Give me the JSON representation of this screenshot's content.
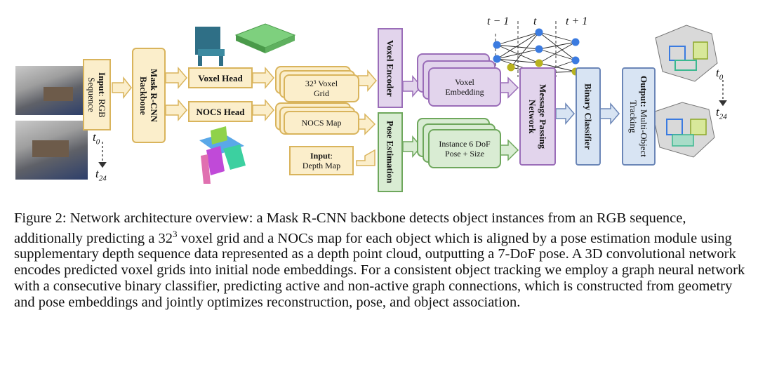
{
  "diagram": {
    "input_rgb_bold": "Input",
    "input_rgb_rest": ": RGB Sequence",
    "t0": "t",
    "t0_sub": "0",
    "t24": "t",
    "t24_sub": "24",
    "backbone": "Mask R-CNN Backbone",
    "voxel_head": "Voxel Head",
    "nocs_head": "NOCS Head",
    "voxel_grid_line1": "32³ Voxel",
    "voxel_grid_line2": "Grid",
    "nocs_map": "NOCS Map",
    "depth_input_bold": "Input",
    "depth_input_rest": ":",
    "depth_map": "Depth Map",
    "voxel_encoder": "Voxel Encoder",
    "pose_estimation": "Pose Estimation",
    "voxel_embedding_line1": "Voxel",
    "voxel_embedding_line2": "Embedding",
    "instance_pose_line1": "Instance 6 DoF",
    "instance_pose_line2": "Pose + Size",
    "message_passing": "Message Passing Network",
    "binary_classifier": "Binary Classifier",
    "output_bold": "Output:",
    "output_rest": "Multi-Object Tracking",
    "time_tm1": "t − 1",
    "time_t": "t",
    "time_tp1": "t + 1",
    "out_t0": "t",
    "out_t0_sub": "0",
    "out_t24": "t",
    "out_t24_sub": "24",
    "colors": {
      "yellow_fill": "#fbeecb",
      "yellow_border": "#d9b45c",
      "purple_fill": "#e2d4ec",
      "purple_border": "#9a6db8",
      "green_fill": "#d9ecd3",
      "green_border": "#6ea75c",
      "blue_fill": "#d8e4f3",
      "blue_border": "#6b86b7",
      "node_blue": "#3b7be0",
      "node_olive": "#b9b31e"
    }
  },
  "caption": {
    "text_before_sup": "Figure 2: Network architecture overview: a Mask R-CNN backbone detects object instances from an RGB sequence, additionally predicting a 32",
    "sup": "3",
    "text_after_sup": " voxel grid and a NOCs map for each object which is aligned by a pose estimation module using supplementary depth sequence data represented as a depth point cloud, outputting a 7-DoF pose. A 3D convolutional network encodes predicted voxel grids into initial node embeddings. For a consistent object tracking we employ a graph neural network with a consecutive binary classifier, predicting active and non-active graph connections, which is constructed from geometry and pose embeddings and jointly optimizes reconstruction, pose, and object association."
  }
}
